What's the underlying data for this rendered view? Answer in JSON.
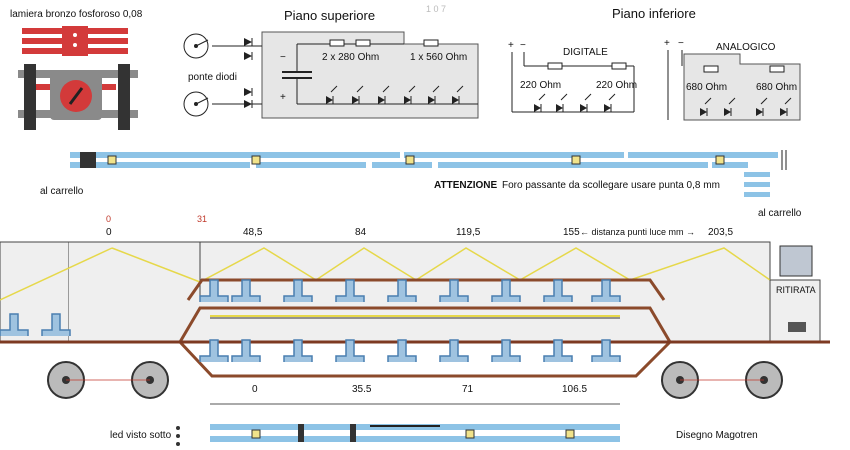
{
  "labels": {
    "lamiera": "lamiera bronzo fosforoso 0,08",
    "piano_superiore": "Piano superiore",
    "piano_inferiore": "Piano inferiore",
    "ponte_diodi": "ponte diodi",
    "res_2x280": "2 x 280 Ohm",
    "res_1x560": "1 x 560 Ohm",
    "digitale": "DIGITALE",
    "analogico": "ANALOGICO",
    "dig_r1": "220 Ohm",
    "dig_r2": "220 Ohm",
    "ana_r1": "680 Ohm",
    "ana_r2": "680 Ohm",
    "al_carrello_left": "al carrello",
    "al_carrello_right": "al carrello",
    "attenzione": "ATTENZIONE",
    "foro_note": "Foro passante da scollegare usare punta 0,8 mm",
    "distanza_note": "← distanza punti luce mm →",
    "ritirata": "RITIRATA",
    "led_visto_sotto": "led visto sotto",
    "credit": "Disegno Magotren",
    "faded_top": "1 0 7"
  },
  "dimensions": {
    "top": [
      "0",
      "48,5",
      "84",
      "119,5",
      "155",
      "203,5"
    ],
    "red_marks": [
      "0",
      "31"
    ],
    "bottom": [
      "0",
      "35.5",
      "71",
      "106.5"
    ]
  },
  "colors": {
    "strip": "#8dc3e6",
    "body_outline": "#8b4a2b",
    "light_ray": "#e6d84a",
    "seat": "#4a7fb0",
    "lamiera_red": "#d33a3a"
  }
}
